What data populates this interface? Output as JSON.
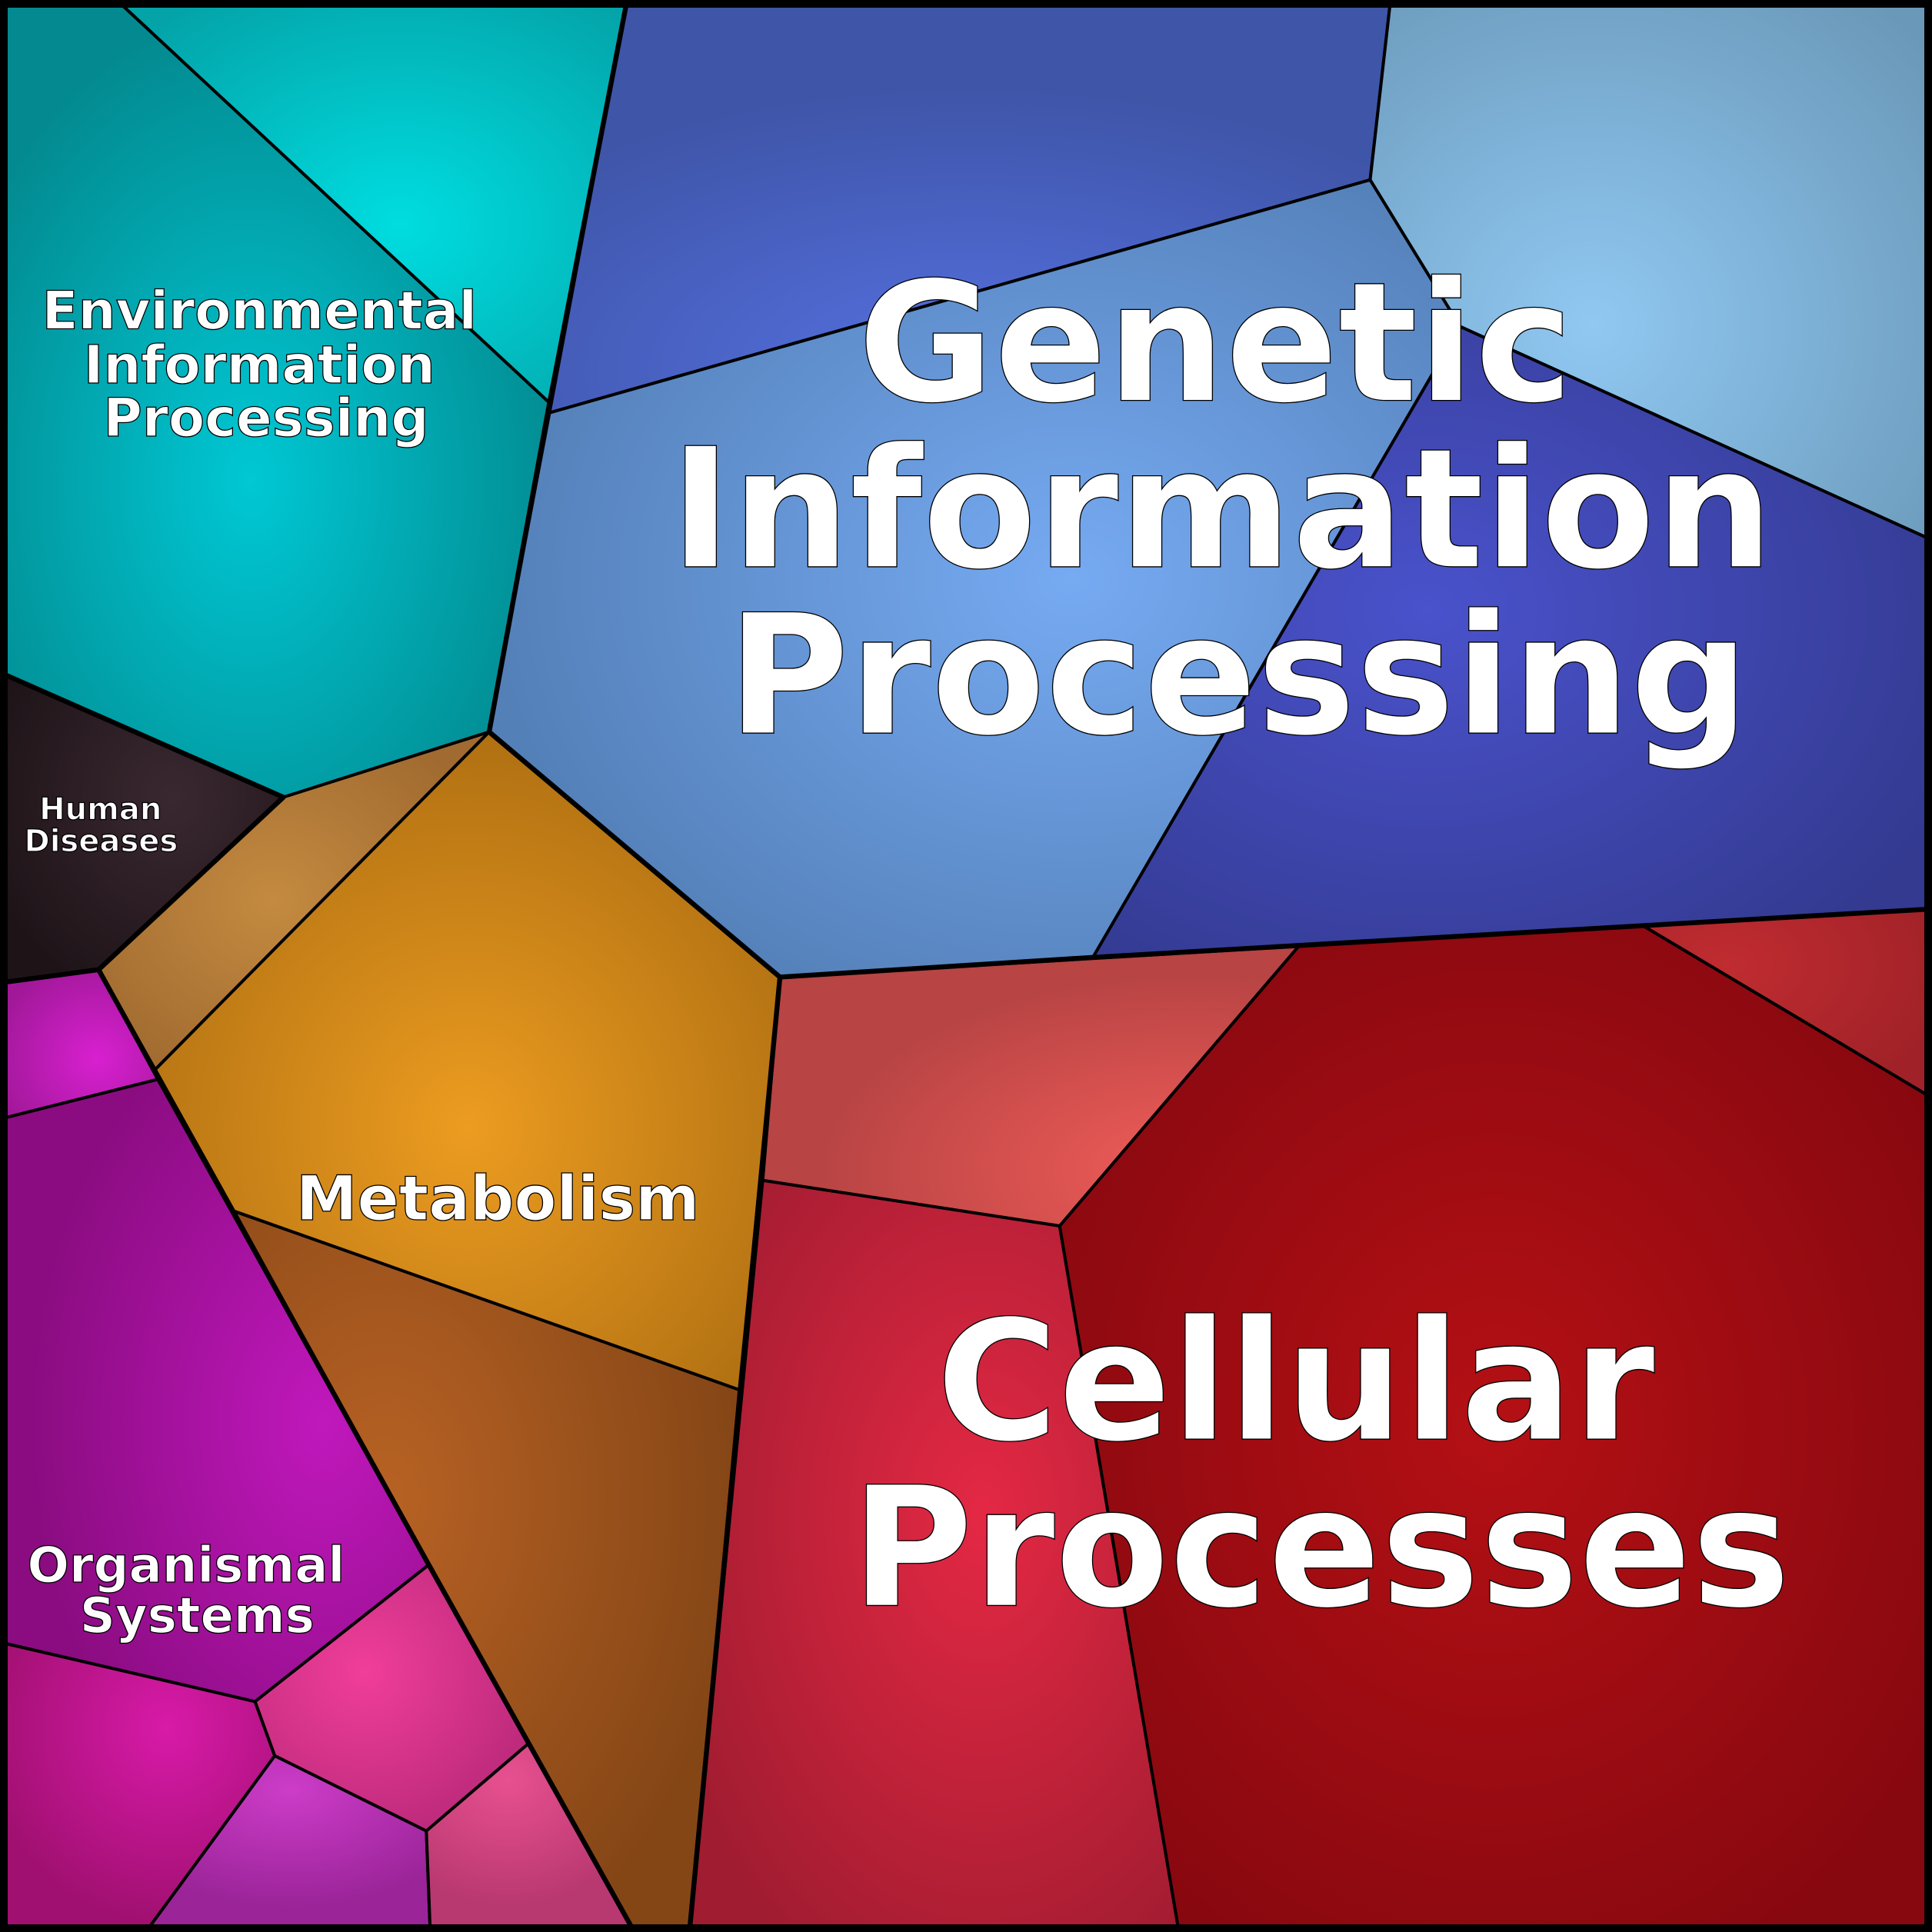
{
  "title": "Voronoi treemap of functional categories",
  "categories": {
    "genetic": {
      "label_lines": [
        "Genetic",
        "Information",
        "Processing"
      ],
      "color": "#5b8fd8"
    },
    "cellular": {
      "label_lines": [
        "Cellular",
        "Processes"
      ],
      "color": "#a00d14"
    },
    "metabolism": {
      "label_lines": [
        "Metabolism"
      ],
      "color": "#e0961e"
    },
    "environmental": {
      "label_lines": [
        "Environmental",
        "Information",
        "Processing"
      ],
      "color": "#00a6a8"
    },
    "organismal": {
      "label_lines": [
        "Organismal",
        "Systems"
      ],
      "color": "#b0149e"
    },
    "human": {
      "label_lines": [
        "Human",
        "Diseases"
      ],
      "color": "#2e1f24"
    }
  }
}
